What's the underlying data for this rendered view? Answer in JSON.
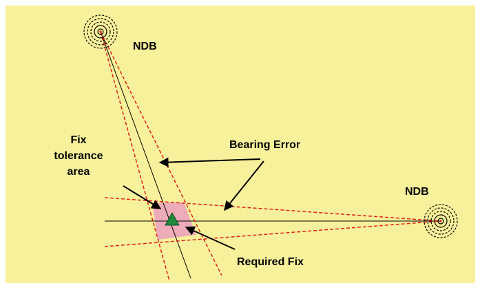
{
  "labels": {
    "ndb_top": "NDB",
    "ndb_right": "NDB",
    "fix_tolerance_line1": "Fix",
    "fix_tolerance_line2": "tolerance",
    "fix_tolerance_line3": "area",
    "bearing_error": "Bearing Error",
    "required_fix": "Required Fix"
  },
  "colors": {
    "background": "#f6f19a",
    "tolerance_area": "#f2b3c0",
    "error_lines": "#e0201b",
    "bearing_lines": "#000000",
    "fix_marker": "#1f8a3b"
  },
  "icons": {
    "ndb_beacon": "concentric-circles-beacon-icon",
    "required_fix": "green-triangle-icon"
  }
}
